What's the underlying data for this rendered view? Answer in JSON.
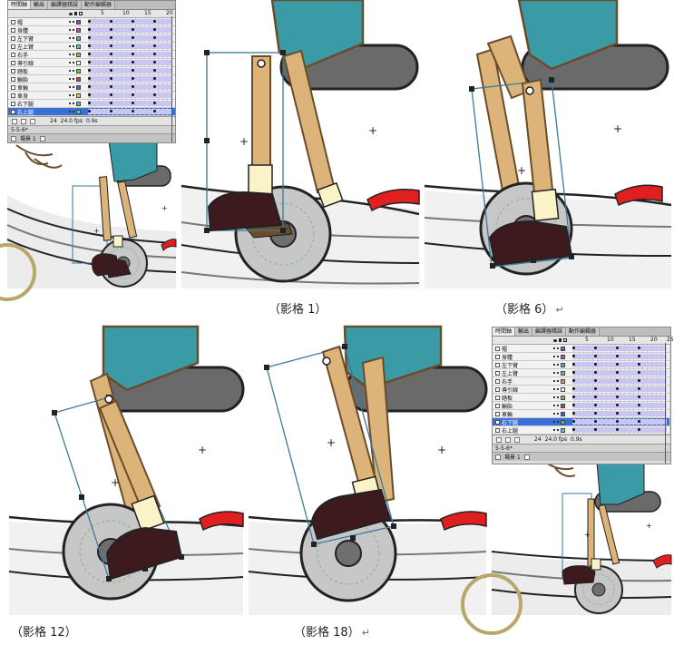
{
  "document": {
    "captions": [
      {
        "label": "（影格 1）",
        "return_mark": ""
      },
      {
        "label": "（影格 6）",
        "return_mark": "↵"
      },
      {
        "label": "（影格 12）",
        "return_mark": ""
      },
      {
        "label": "（影格 18）",
        "return_mark": "↵"
      }
    ]
  },
  "timeline_top": {
    "tabs": [
      "時間軸",
      "輸出",
      "編譯器錯誤",
      "動作編輯器"
    ],
    "ruler": [
      "5",
      "10",
      "15",
      "20"
    ],
    "layers": [
      {
        "name": "帽",
        "color": "#9b3bd6",
        "selected": false
      },
      {
        "name": "身體",
        "color": "#d63bc2",
        "selected": false
      },
      {
        "name": "左下臂",
        "color": "#3bb8d6",
        "selected": false
      },
      {
        "name": "左上臂",
        "color": "#3bd6a2",
        "selected": false
      },
      {
        "name": "右手",
        "color": "#d6a23b",
        "selected": false
      },
      {
        "name": "導引線",
        "color": "#ffffff",
        "selected": false
      },
      {
        "name": "踏板",
        "color": "#5ad63b",
        "selected": false
      },
      {
        "name": "輪胎",
        "color": "#d63b3b",
        "selected": false
      },
      {
        "name": "車輪",
        "color": "#3b6bd6",
        "selected": false
      },
      {
        "name": "車身",
        "color": "#d6d63b",
        "selected": false
      },
      {
        "name": "右下腿",
        "color": "#3bd66b",
        "selected": false
      },
      {
        "name": "右上腿",
        "color": "#3bd6d6",
        "selected": true
      }
    ],
    "footer_stats": [
      "24",
      "24.0 fps",
      "0.9s"
    ],
    "scene_label": "場景 1",
    "edit_label": "5-5-6*"
  },
  "timeline_bottom": {
    "tabs": [
      "時間軸",
      "輸出",
      "編譯器錯誤",
      "動作編輯器"
    ],
    "ruler": [
      "5",
      "10",
      "15",
      "20",
      "25"
    ],
    "layers": [
      {
        "name": "帽",
        "color": "#9b3bd6",
        "selected": false
      },
      {
        "name": "身體",
        "color": "#d63bc2",
        "selected": false
      },
      {
        "name": "左下臂",
        "color": "#3bb8d6",
        "selected": false
      },
      {
        "name": "左上臂",
        "color": "#3bd6a2",
        "selected": false
      },
      {
        "name": "右手",
        "color": "#d6a23b",
        "selected": false
      },
      {
        "name": "導引線",
        "color": "#ffffff",
        "selected": false
      },
      {
        "name": "踏板",
        "color": "#5ad63b",
        "selected": false
      },
      {
        "name": "輪胎",
        "color": "#d63b3b",
        "selected": false
      },
      {
        "name": "車輪",
        "color": "#3b6bd6",
        "selected": false
      },
      {
        "name": "右下腿",
        "color": "#3bd66b",
        "selected": true
      },
      {
        "name": "右上腿",
        "color": "#3bd6d6",
        "selected": false
      }
    ],
    "footer_stats": [
      "24",
      "24.0 fps",
      "0.9s"
    ],
    "scene_label": "場景 1",
    "edit_label": "5-5-6*"
  },
  "colors": {
    "shirt": "#3a9aa6",
    "seat": "#6a6a6a",
    "leg_wood": "#dcb47a",
    "shoe": "#3d1a1d",
    "sock": "#fbf3c8",
    "wheel": "#c7c7c7",
    "hub": "#6f6f6f",
    "fender": "#e02020",
    "outline": "#1b1b1b",
    "selection": "#3a7a9a"
  }
}
